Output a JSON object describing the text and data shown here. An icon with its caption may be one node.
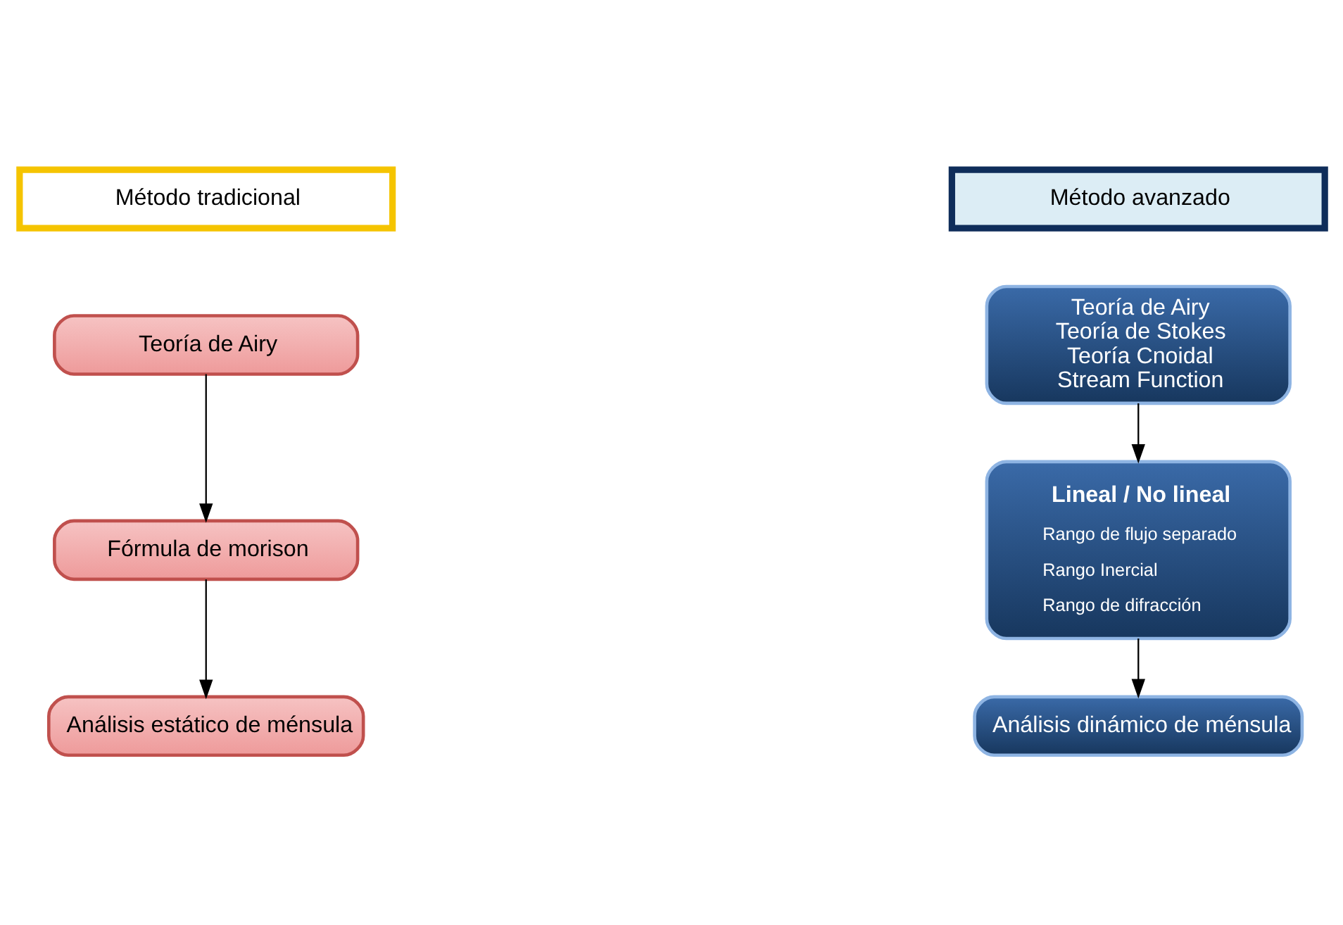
{
  "diagram": {
    "nodes": [
      {
        "text": [
          "Método tradicional"
        ]
      },
      {
        "text": [
          "Teoría de Airy"
        ]
      },
      {
        "text": [
          "Fórmula de morison"
        ]
      },
      {
        "text": [
          "Análisis estático de ménsula"
        ]
      },
      {
        "text": [
          "Método avanzado"
        ]
      },
      {
        "text": [
          "Teoría de Airy",
          "Teoría de Stokes",
          "Teoría Cnoidal",
          "Stream Function"
        ]
      },
      {
        "text": [
          "Lineal / No lineal",
          "Rango de flujo separado",
          "Rango Inercial",
          "Rango de difracción"
        ]
      },
      {
        "text": [
          "Análisis dinámico de ménsula"
        ]
      }
    ],
    "edges": [
      {
        "from": 1,
        "to": 2,
        "arrow": "to"
      },
      {
        "from": 2,
        "to": 3,
        "arrow": "to"
      },
      {
        "from": 5,
        "to": 6,
        "arrow": "to"
      },
      {
        "from": 6,
        "to": 7,
        "arrow": "to"
      }
    ]
  }
}
